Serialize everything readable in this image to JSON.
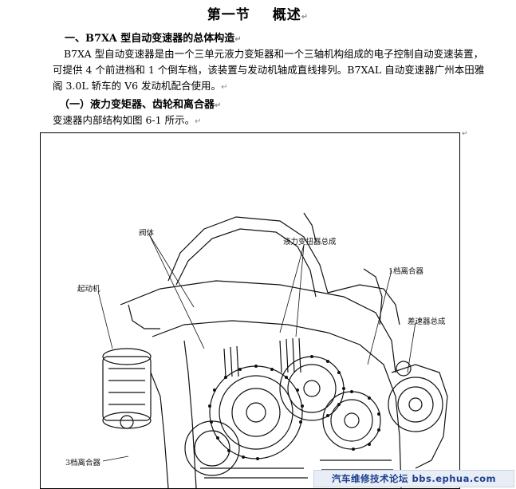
{
  "section": {
    "title_a": "第一节",
    "title_b": "概述"
  },
  "heading1": "一、B7XA 型自动变速器的总体构造",
  "paragraph": "B7XA 型自动变速器是由一个三单元液力变矩器和一个三轴机构组成的电子控制自动变速装置，可提供 4 个前进档和 1 个倒车档，该装置与发动机轴成直线排列。B7XAL 自动变速器广州本田雅阁 3.0L 轿车的 V6 发动机配合使用。",
  "heading2": "（一）液力变矩器、齿轮和离合器",
  "caption_line": "变速器内部结构如图 6-1 所示。",
  "paragraph_mark": "↵",
  "figure": {
    "labels": {
      "valve_body": "阀体",
      "torque_converter": "液力变扭器总成",
      "starter": "起动机",
      "clutch_1st": "1档离合器",
      "differential": "差速器总成",
      "clutch_3rd": "3档离合器"
    }
  },
  "watermark": "汽车维修技术论坛 bbs.ephua.com"
}
